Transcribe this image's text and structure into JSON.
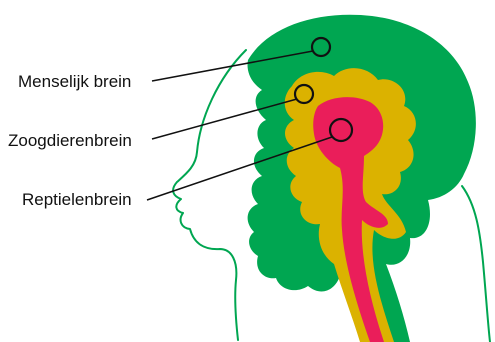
{
  "labels": {
    "human": "Menselijk brein",
    "mammal": "Zoogdierenbrein",
    "reptile": "Reptielenbrein"
  },
  "colors": {
    "human": "#00a651",
    "mammal": "#dbb200",
    "reptile": "#ea1e5a",
    "outline": "#00a651",
    "line": "#111111"
  }
}
